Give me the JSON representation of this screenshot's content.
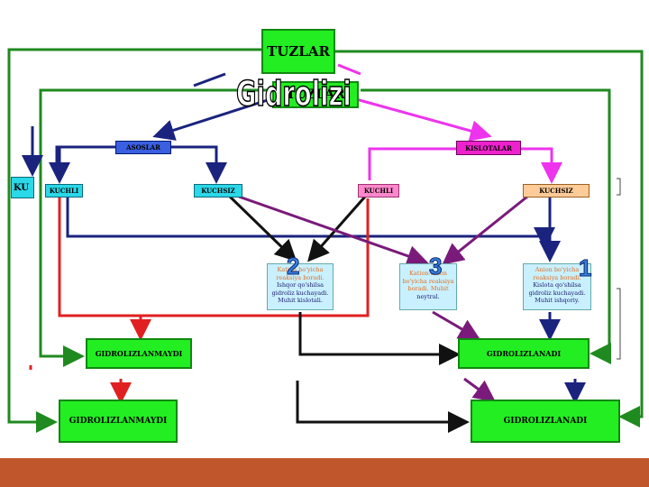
{
  "title": "Gidrolizi",
  "top": {
    "label": "TUZLAR",
    "ghost": "TUZLAR"
  },
  "categories": {
    "bases": "ASOSLAR",
    "acids": "KISLOTALAR"
  },
  "strength": {
    "base_strong": "KUCHLI",
    "base_weak": "KUCHSIZ",
    "acid_strong": "KUCHLI",
    "acid_weak": "KUCHSIZ",
    "left_partial": "KU"
  },
  "descriptions": {
    "d2": {
      "number": "2",
      "line1": "Kation bo'yicha",
      "line2": "reaksiya boradi.",
      "line3": "Ishqor qo'shilsa",
      "line4": "gidroliz kuchayadi.",
      "line5": "Muhit kislotali."
    },
    "d3": {
      "number": "3",
      "line1": "Kation-anion",
      "line2": "bo'yicha reaksiya",
      "line3": "boradi. Muhit",
      "line4": "neytral."
    },
    "d1": {
      "number": "1",
      "line1": "Anion bo'yicha",
      "line2": "reaksiya boradi.",
      "line3": "Kislota qo'shilsa",
      "line4": "gidroliz kuchayadi.",
      "line5": "Muhit ishqoriy."
    }
  },
  "results": {
    "not_hydrolyzed_small": "GIDROLIZLANMAYDI",
    "hydrolyzed_small": "GIDROLIZLANADI",
    "not_hydrolyzed_big": "GIDROLIZLANMAYDI",
    "hydrolyzed_big": "GIDROLIZLANADI"
  },
  "colors": {
    "green_box": "#22ee22",
    "blue_box": "#2ad8e8",
    "magenta_box": "#ee22cc",
    "pink_box": "#ff88cc",
    "peach_box": "#ffcc99",
    "footer": "#c0562b"
  }
}
